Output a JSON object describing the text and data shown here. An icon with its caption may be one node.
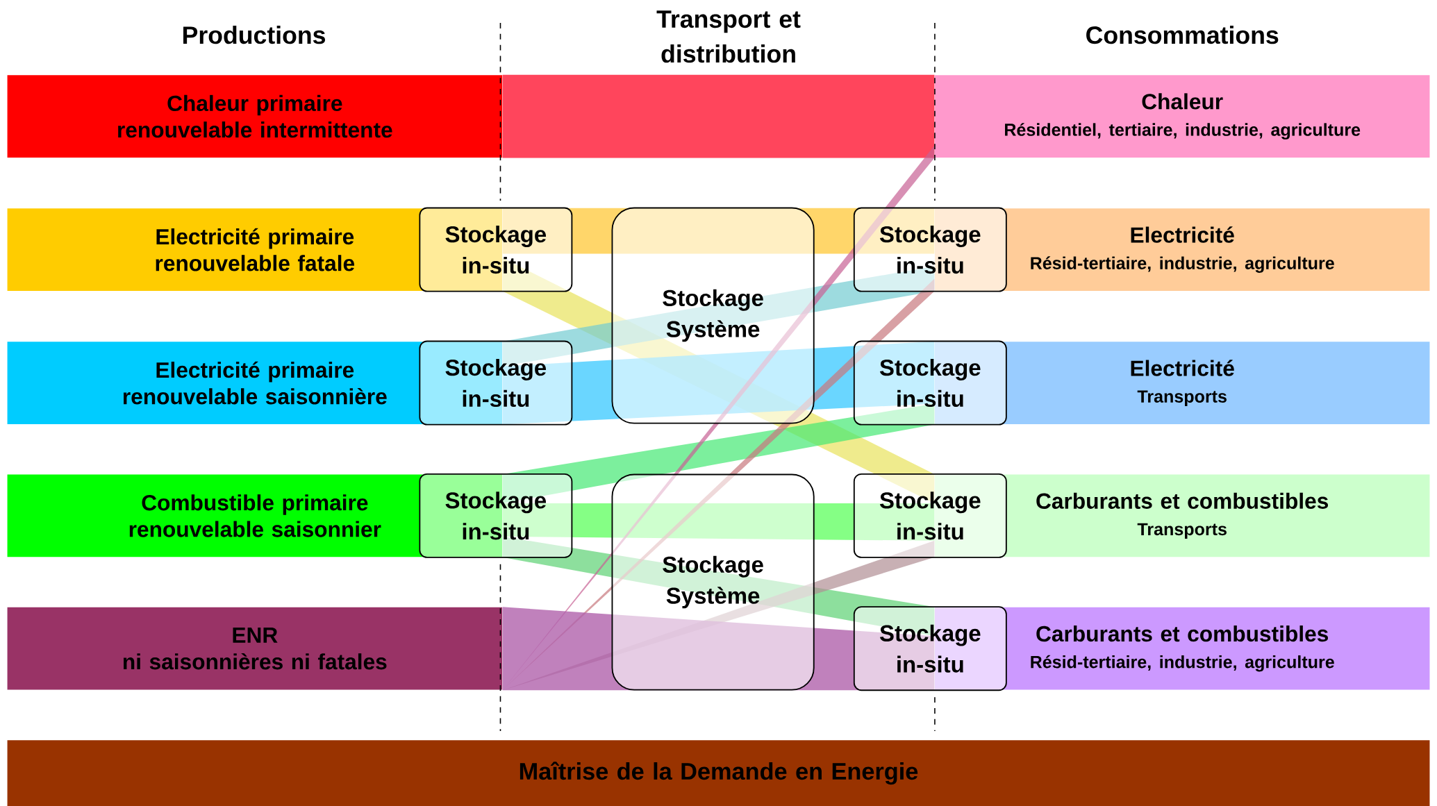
{
  "diagram": {
    "nodes": [
      {
        "text": [
          "Chaleur primaire renouvelable intermittente"
        ]
      },
      {
        "text": [
          "Electricité primaire renouvelable fatale"
        ]
      },
      {
        "text": [
          "Electricité primaire renouvelable saisonnière"
        ]
      },
      {
        "text": [
          "Combustible primaire renouvelable saisonnier"
        ]
      },
      {
        "text": [
          "ENR",
          "ni saisonnières ni fatales"
        ]
      },
      {
        "text": [
          "Chaleur",
          "Résidentiel, tertiaire, industrie, agriculture"
        ]
      },
      {
        "text": [
          "Electricité",
          "Résid-tertiaire, industrie, agriculture"
        ]
      },
      {
        "text": [
          "Electricité",
          "Transports"
        ]
      },
      {
        "text": [
          "Carburants et combustibles",
          "Transports"
        ]
      },
      {
        "text": [
          "Carburants et combustibles",
          "Résid-tertiaire, industrie, agriculture"
        ]
      },
      {
        "text": [
          "Stockage in-situ"
        ]
      },
      {
        "text": [
          "Stockage in-situ"
        ]
      },
      {
        "text": [
          "Stockage in-situ"
        ]
      },
      {
        "text": [
          "Stockage Système"
        ]
      },
      {
        "text": [
          "Stockage Système"
        ]
      },
      {
        "text": [
          "Stockage in-situ"
        ]
      },
      {
        "text": [
          "Stockage in-situ"
        ]
      },
      {
        "text": [
          "Stockage in-situ"
        ]
      },
      {
        "text": [
          "Stockage in-situ"
        ]
      },
      {
        "text": [
          "Maîtrise de la Demande en Energie"
        ]
      }
    ],
    "edges": [
      {
        "from": 0,
        "to": 5,
        "arrow": "none"
      },
      {
        "from": 1,
        "to": 6,
        "arrow": "none"
      },
      {
        "from": 1,
        "to": 8,
        "arrow": "none"
      },
      {
        "from": 2,
        "to": 6,
        "arrow": "none"
      },
      {
        "from": 2,
        "to": 7,
        "arrow": "none"
      },
      {
        "from": 3,
        "to": 7,
        "arrow": "none"
      },
      {
        "from": 3,
        "to": 8,
        "arrow": "none"
      },
      {
        "from": 3,
        "to": 9,
        "arrow": "none"
      },
      {
        "from": 4,
        "to": 5,
        "arrow": "none"
      },
      {
        "from": 4,
        "to": 6,
        "arrow": "none"
      },
      {
        "from": 4,
        "to": 8,
        "arrow": "none"
      },
      {
        "from": 4,
        "to": 9,
        "arrow": "none"
      }
    ],
    "labels": [
      "Productions",
      "Transport et distribution",
      "Consommations"
    ]
  }
}
